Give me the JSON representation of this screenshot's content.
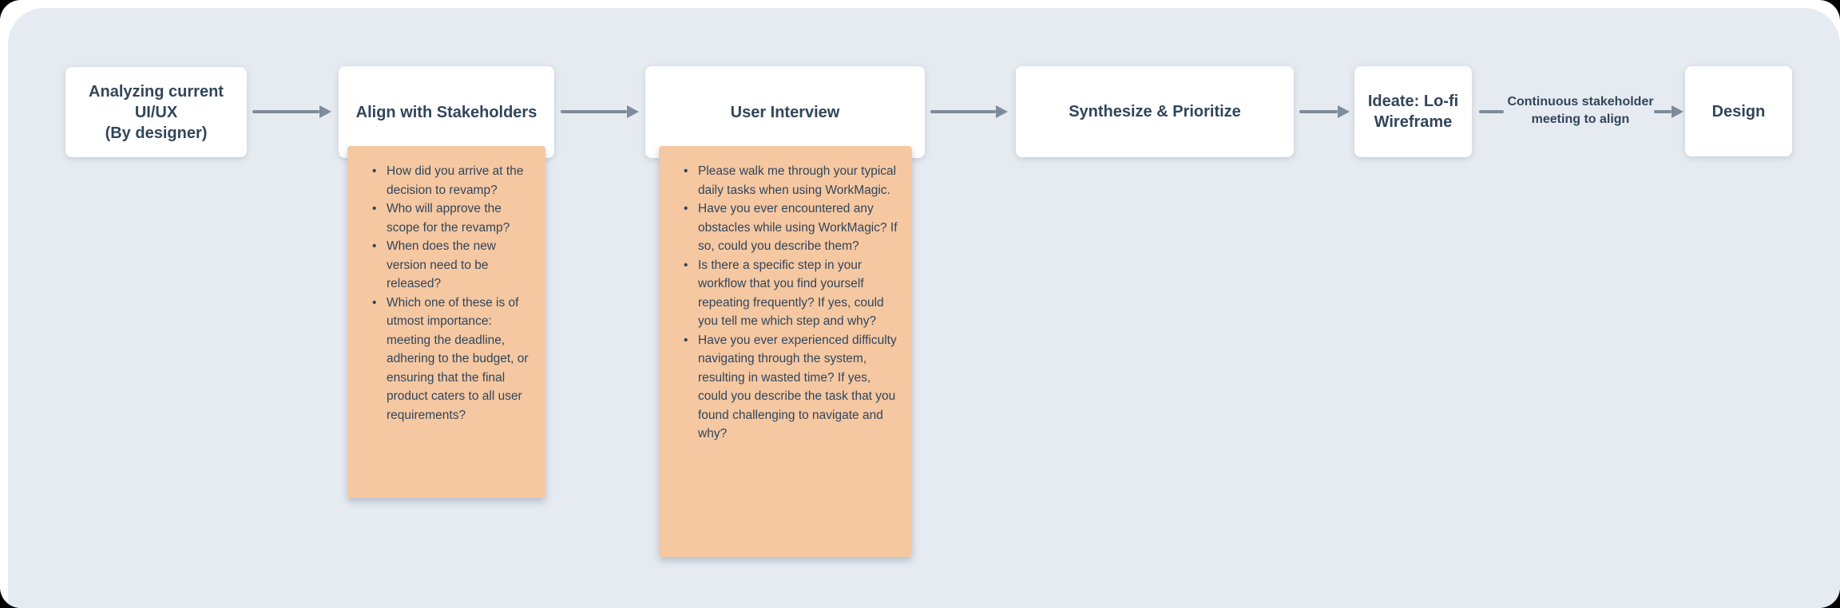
{
  "colors": {
    "canvas_bg": "#e6ebf1",
    "box_bg": "#ffffff",
    "note_bg": "#f5c8a2",
    "text": "#32455a",
    "arrow": "#7d8b9a"
  },
  "flow": {
    "boxes": [
      {
        "label": "Analyzing current\nUI/UX\n(By designer)"
      },
      {
        "label": "Align with Stakeholders"
      },
      {
        "label": "User Interview"
      },
      {
        "label": "Synthesize & Prioritize"
      },
      {
        "label": "Ideate: Lo-fi\nWireframe"
      },
      {
        "label": "Design"
      }
    ],
    "connector_label": "Continuous stakeholder\nmeeting to align",
    "notes": [
      {
        "attached_to": "Align with Stakeholders",
        "bullets": [
          "How did you arrive at the decision to revamp?",
          "Who will approve the scope for the revamp?",
          "When does the new version need to be released?",
          "Which one of these is of utmost importance: meeting the deadline, adhering to the budget, or ensuring that the final product caters to all user requirements?"
        ]
      },
      {
        "attached_to": "User Interview",
        "bullets": [
          "Please walk me through your typical daily tasks when using WorkMagic.",
          "Have you ever encountered any obstacles while using WorkMagic? If so, could you describe them?",
          "Is there a specific step in your workflow that you find yourself repeating frequently? If yes, could you tell me which step and why?",
          "Have you ever experienced difficulty navigating through the system, resulting in wasted time? If yes, could you describe the task that you found challenging to navigate and why?"
        ]
      }
    ]
  }
}
